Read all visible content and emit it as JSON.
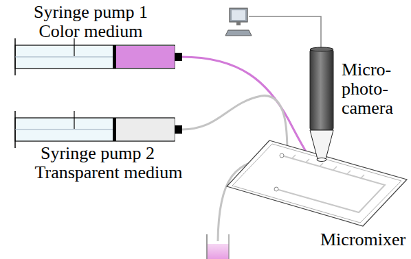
{
  "diagram": {
    "labels": [
      "Syringe pump 1",
      "Color medium",
      "Micro- photo- camera",
      "Syringe pump 2",
      "Transparent medium",
      "Micromixer"
    ]
  }
}
